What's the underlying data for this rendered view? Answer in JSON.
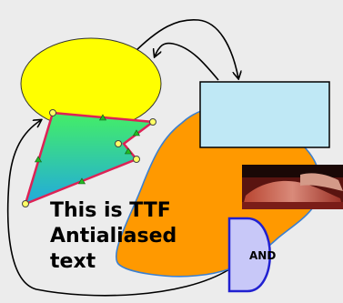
{
  "canvas": {
    "background": "#ececec"
  },
  "text_block": {
    "lines": [
      "This is TTF",
      "Antialiased",
      "text"
    ]
  },
  "gate": {
    "label": "AND",
    "fill": "#c8c8f8",
    "stroke": "#2020d0"
  },
  "ellipse": {
    "fill": "#ffff00",
    "stroke": "#333333"
  },
  "rectangle": {
    "fill": "#bfe8f5",
    "stroke": "#000000"
  },
  "blob": {
    "fill": "#ff9900",
    "stroke": "#3a7fd0"
  },
  "polygon": {
    "gradient_top": "#44ee66",
    "gradient_bottom": "#22aadd",
    "stroke": "#dd2255",
    "vertex_fill": "#ffff66",
    "midpoint_fill": "#22bb22"
  },
  "image": {
    "semantic": "photo-hands-on-keyboard"
  },
  "connectors": {
    "stroke": "#000000"
  }
}
